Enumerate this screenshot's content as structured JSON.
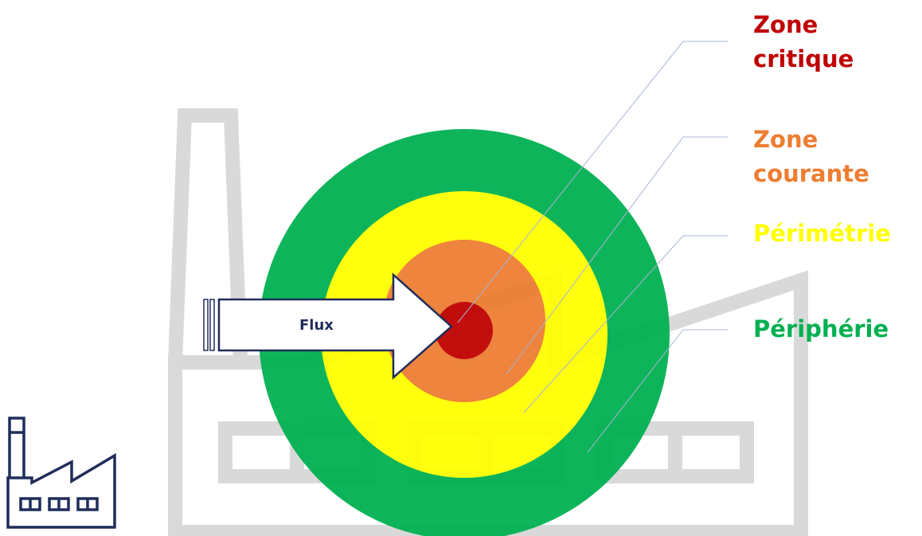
{
  "zones": [
    {
      "key": "critical",
      "label": "Zone\ncritique",
      "color": "#c00000"
    },
    {
      "key": "current",
      "label": "Zone\ncourante",
      "color": "#ed7d31"
    },
    {
      "key": "perimeter",
      "label": "Périmétrie",
      "color": "#ffff00"
    },
    {
      "key": "periphery",
      "label": "Périphérie",
      "color": "#00b050"
    }
  ],
  "arrow": {
    "label": "Flux",
    "text_color": "#1f2d5a"
  },
  "icons": {
    "background": "factory-silhouette",
    "corner": "factory-icon"
  },
  "colors": {
    "factory_outline": "#d9d9d9",
    "icon_stroke": "#1f2d5a",
    "leader_line": "#aab4d8"
  }
}
